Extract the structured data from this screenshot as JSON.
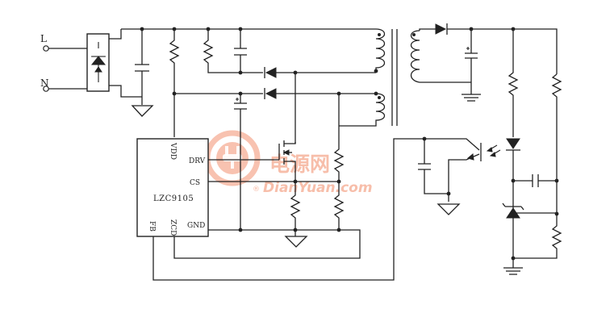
{
  "terminals": {
    "line": "L",
    "neutral": "N"
  },
  "ic": {
    "name": "LZC9105",
    "pins": {
      "vdd": "VDD",
      "drv": "DRV",
      "cs": "CS",
      "gnd": "GND",
      "fb": "FB",
      "zcd": "ZCD"
    }
  },
  "watermark": {
    "cn": "电源网",
    "en": "DianYuan.com",
    "reg": "®"
  },
  "colors": {
    "ink": "#222222",
    "watermark": "#f6b39c",
    "background": "#ffffff"
  },
  "icons": [
    "bridge-rectifier-icon",
    "capacitor-icon",
    "resistor-icon",
    "diode-icon",
    "transformer-icon",
    "mosfet-icon",
    "optocoupler-icon",
    "tl431-icon",
    "ground-icon",
    "watermark-logo-icon"
  ]
}
